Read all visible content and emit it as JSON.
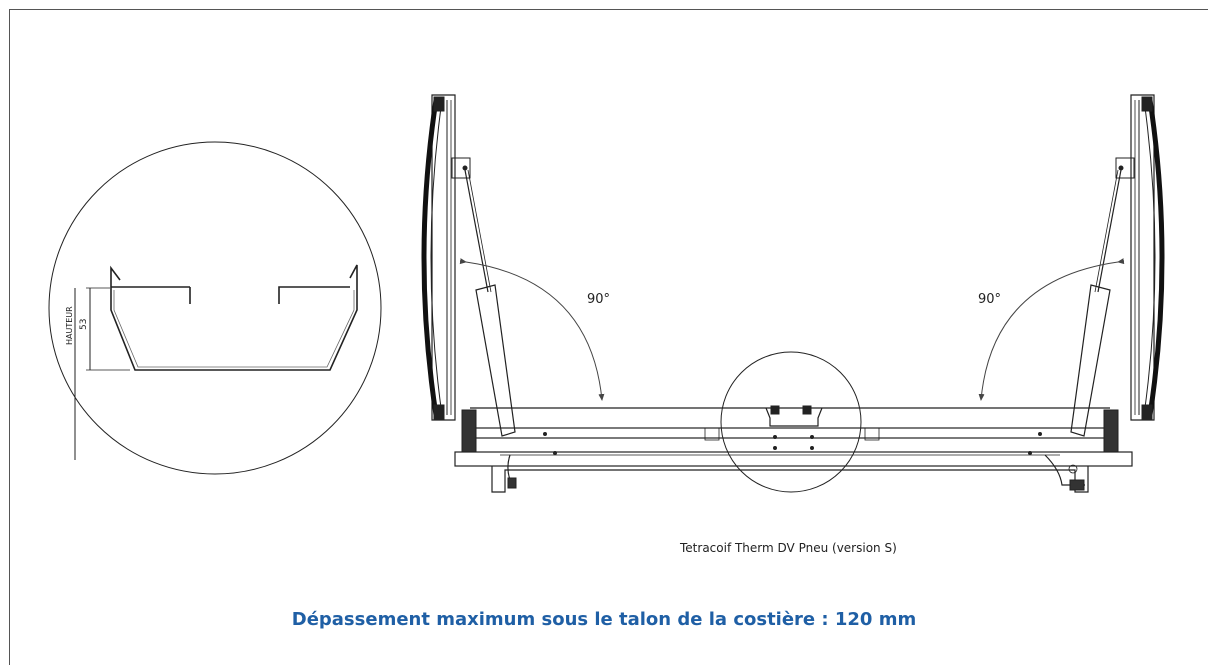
{
  "detail": {
    "dimension_label": "HAUTEUR",
    "dimension_value": "53"
  },
  "angles": {
    "left": "90°",
    "right": "90°"
  },
  "caption": "Tetracoif Therm DV Pneu (version S)",
  "headline": "Dépassement maximum sous le talon de la costière : 120 mm"
}
